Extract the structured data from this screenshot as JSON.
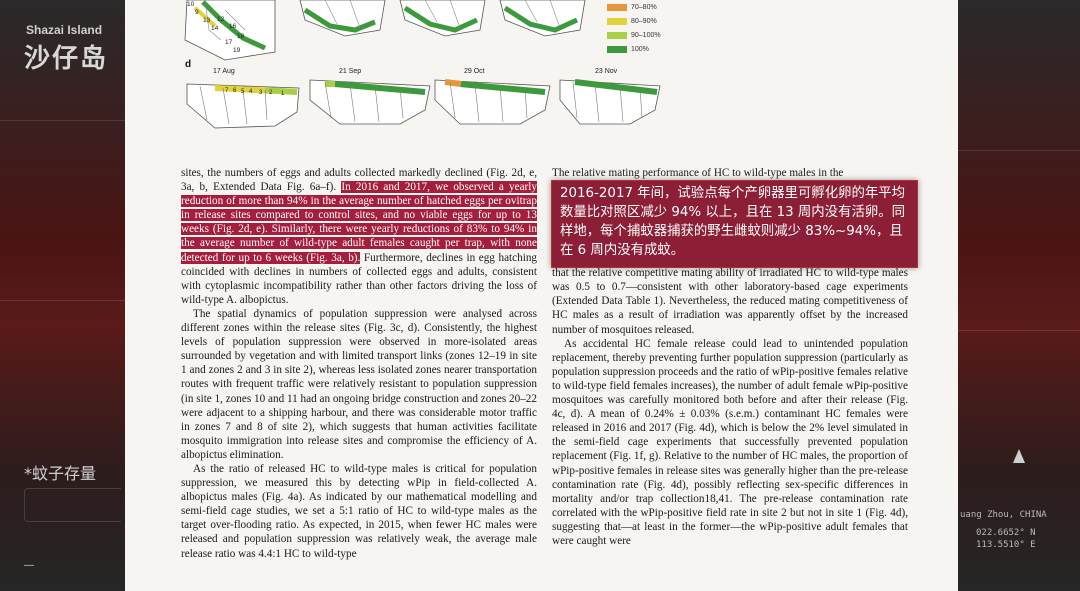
{
  "background": {
    "island_en": "Shazai Island",
    "island_zh": "沙仔岛",
    "left_label": "*蚊子存量",
    "left_dash": "—",
    "location": "uang Zhou, CHINA",
    "coord1": "022.6652° N",
    "coord2": "113.5510° E"
  },
  "figure": {
    "panel_label": "d",
    "dates": [
      "17 Aug",
      "21 Sep",
      "29 Oct",
      "23 Nov"
    ],
    "legend": [
      {
        "label": "70–80%",
        "color": "#e8963a"
      },
      {
        "label": "80–90%",
        "color": "#e2d33a"
      },
      {
        "label": "90–100%",
        "color": "#a9cf4a"
      },
      {
        "label": "100%",
        "color": "#3c9a3c"
      }
    ],
    "zone_numbers": [
      "10",
      "9",
      "13",
      "12",
      "14",
      "16",
      "18",
      "17",
      "19"
    ],
    "zone_numbers_d": [
      "7",
      "6",
      "5",
      "4",
      "3",
      "2",
      "1"
    ]
  },
  "col1": {
    "p1_a": "sites, the numbers of eggs and adults collected markedly declined (Fig. 2d, e, 3a, b, Extended Data Fig. 6a–f). ",
    "p1_hl": "In 2016 and 2017, we observed a yearly reduction of more than 94% in the average number of hatched eggs per ovitrap in release sites compared to control sites, and no viable eggs for up to 13 weeks (Fig. 2d, e). Similarly, there were yearly reductions of 83% to 94% in the average number of wild-type adult females caught per trap, with none detected for up to 6 weeks (Fig. 3a, b).",
    "p1_b": " Furthermore, declines in egg hatching coincided with declines in numbers of collected eggs and adults, consistent with cytoplasmic incompatibility rather than other factors driving the loss of wild-type A. albopictus.",
    "p2": "The spatial dynamics of population suppression were analysed across different zones within the release sites (Fig. 3c, d). Consistently, the highest levels of population suppression were observed in more-isolated areas surrounded by vegetation and with limited transport links (zones 12–19 in site 1 and zones 2 and 3 in site 2), whereas less isolated zones nearer transportation routes with frequent traffic were relatively resistant to population suppression (in site 1, zones 10 and 11 had an ongoing bridge construction and zones 20–22 were adjacent to a shipping harbour, and there was considerable motor traffic in zones 7 and 8 of site 2), which suggests that human activities facilitate mosquito immigration into release sites and compromise the efficiency of A. albopictus elimination.",
    "p3": "As the ratio of released HC to wild-type males is critical for population suppression, we measured this by detecting wPip in field-collected A. albopictus males (Fig. 4a). As indicated by our mathematical modelling and semi-field cage studies, we set a 5:1 ratio of HC to wild-type males as the target over-flooding ratio. As expected, in 2015, when fewer HC males were released and population suppression was relatively weak, the average male release ratio was 4.4:1 HC to wild-type"
  },
  "col2": {
    "p1_a": "The relative mating performance of HC to wild-type males in the",
    "p1_b": "egg hatch was between 1.5 and 2.1-fold higher than expected, which suggests that the relative competitive mating ability of irradiated HC to wild-type males was 0.5 to 0.7—consistent with other laboratory-based cage experiments (Extended Data Table 1). Nevertheless, the reduced mating competitiveness of HC males as a result of irradiation was apparently offset by the increased number of mosquitoes released.",
    "p2": "As accidental HC female release could lead to unintended population replacement, thereby preventing further population suppression (particularly as population suppression proceeds and the ratio of wPip-positive females relative to wild-type field females increases), the number of adult female wPip-positive mosquitoes was carefully monitored both before and after their release (Fig. 4c, d). A mean of 0.24% ± 0.03% (s.e.m.) contaminant HC females were released in 2016 and 2017 (Fig. 4d), which is below the 2% level simulated in the semi-field cage experiments that successfully prevented population replacement (Fig. 1f, g). Relative to the number of HC males, the proportion of wPip-positive females in release sites was generally higher than the pre-release contamination rate (Fig. 4d), possibly reflecting sex-specific differences in mortality and/or trap collection18,41. The pre-release contamination rate correlated with the wPip-positive field rate in site 2 but not in site 1 (Fig. 4d), suggesting that—at least in the former—the wPip-positive adult females that were caught were"
  },
  "overlay_text": "2016-2017 年间，试验点每个产卵器里可孵化卵的年平均数量比对照区减少 94% 以上，且在 13 周内没有活卵。同样地，每个捕蚊器捕获的野生雌蚊则减少 83%~94%，且在 6 周内没有成蚊。"
}
